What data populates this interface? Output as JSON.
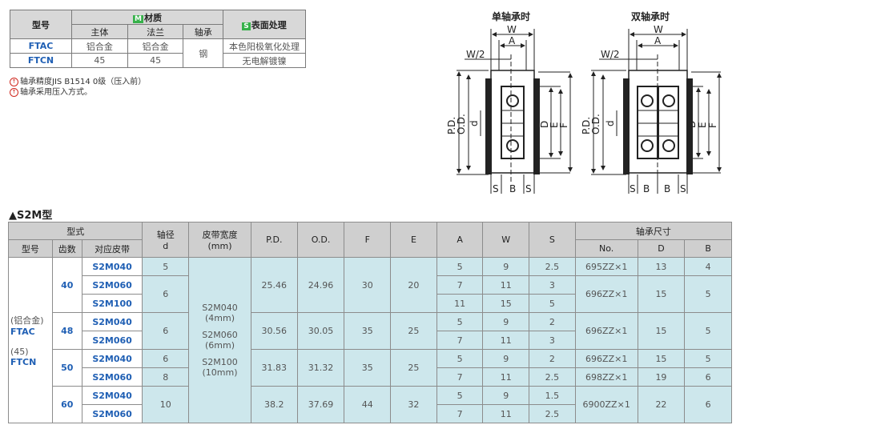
{
  "material_table": {
    "col_type": "型号",
    "m_mark": "M",
    "m_label": "材质",
    "s_mark": "S",
    "s_label": "表面处理",
    "sub_body": "主体",
    "sub_flange": "法兰",
    "sub_bearing": "轴承",
    "rows": [
      {
        "type": "FTAC",
        "body": "铝合金",
        "flange": "铝合金",
        "surface": "本色阳极氧化处理"
      },
      {
        "type": "FTCN",
        "body": "45",
        "flange": "45",
        "surface": "无电解镀镍"
      }
    ],
    "bearing_value": "钢"
  },
  "notes": [
    {
      "icon": "↑",
      "text": "轴承精度JIS B1514 0级（压入前）"
    },
    {
      "icon": "↑",
      "text": "轴承采用压入方式。"
    }
  ],
  "drawings": {
    "single_title": "单轴承时",
    "double_title": "双轴承时",
    "labels": {
      "W": "W",
      "A": "A",
      "W2": "W/2",
      "PD": "P.D.",
      "OD": "O.D.",
      "d": "d",
      "D": "D",
      "E": "E",
      "F": "F",
      "S": "S",
      "B": "B"
    }
  },
  "section_title": "▲S2M型",
  "spec_table": {
    "headers": {
      "model_group": "型式",
      "shaft": "轴径",
      "shaft_sym": "d",
      "belt_width": "皮带宽度",
      "belt_unit": "(mm)",
      "pd": "P.D.",
      "od": "O.D.",
      "f": "F",
      "e": "E",
      "a": "A",
      "w": "W",
      "s": "S",
      "bearing": "轴承尺寸",
      "type": "型号",
      "teeth": "齿数",
      "belt": "对应皮带",
      "no": "No.",
      "bd": "D",
      "bb": "B"
    },
    "type_label": {
      "l1": "(铝合金)",
      "l2": "FTAC",
      "l3": "(45)",
      "l4": "FTCN"
    },
    "belt_width_labels": [
      "S2M040",
      "(4mm)",
      "S2M060",
      "(6mm)",
      "S2M100",
      "(10mm)"
    ],
    "groups": [
      {
        "teeth": "40",
        "pd": "25.46",
        "od": "24.96",
        "f": "30",
        "e": "20"
      },
      {
        "teeth": "48",
        "pd": "30.56",
        "od": "30.05",
        "f": "35",
        "e": "25"
      },
      {
        "teeth": "50",
        "pd": "31.83",
        "od": "31.32",
        "f": "35",
        "e": "25"
      },
      {
        "teeth": "60",
        "pd": "38.2",
        "od": "37.69",
        "f": "44",
        "e": "32"
      }
    ],
    "rows": [
      {
        "belt": "S2M040",
        "d": "5",
        "a": "5",
        "w": "9",
        "s": "2.5",
        "no": "695ZZ×1",
        "bd": "13",
        "bb": "4"
      },
      {
        "belt": "S2M060",
        "d": "6",
        "a": "7",
        "w": "11",
        "s": "3",
        "no": "696ZZ×1",
        "bd": "15",
        "bb": "5"
      },
      {
        "belt": "S2M100",
        "a": "11",
        "w": "15",
        "s": "5"
      },
      {
        "belt": "S2M040",
        "d": "6",
        "a": "5",
        "w": "9",
        "s": "2",
        "no": "696ZZ×1",
        "bd": "15",
        "bb": "5"
      },
      {
        "belt": "S2M060",
        "a": "7",
        "w": "11",
        "s": "3"
      },
      {
        "belt": "S2M040",
        "d": "6",
        "a": "5",
        "w": "9",
        "s": "2",
        "no": "696ZZ×1",
        "bd": "15",
        "bb": "5"
      },
      {
        "belt": "S2M060",
        "d": "8",
        "a": "7",
        "w": "11",
        "s": "2.5",
        "no": "698ZZ×1",
        "bd": "19",
        "bb": "6"
      },
      {
        "belt": "S2M040",
        "d": "10",
        "a": "5",
        "w": "9",
        "s": "1.5",
        "no": "6900ZZ×1",
        "bd": "22",
        "bb": "6"
      },
      {
        "belt": "S2M060",
        "a": "7",
        "w": "11",
        "s": "2.5"
      }
    ]
  }
}
